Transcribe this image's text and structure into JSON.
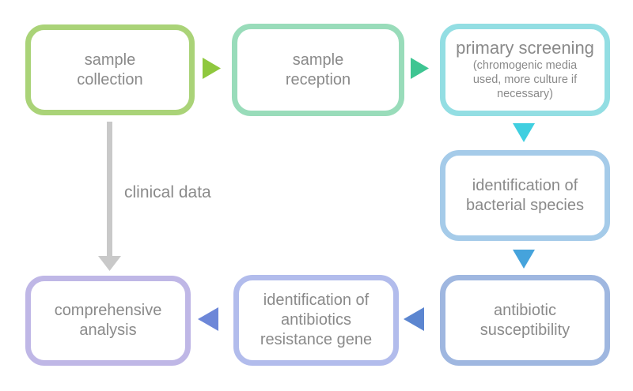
{
  "diagram": {
    "type": "flowchart",
    "background": "#ffffff",
    "text_color": "#8a8a8a",
    "nodes": [
      {
        "id": "sample-collection",
        "label": "sample\ncollection",
        "border_color": "#aad378"
      },
      {
        "id": "sample-reception",
        "label": "sample\nreception",
        "border_color": "#99dcba"
      },
      {
        "id": "primary-screening",
        "label": "primary screening",
        "sublabel": "(chromogenic media\nused, more culture if\nnecessary)",
        "border_color": "#93dee3"
      },
      {
        "id": "identification-of-bacterial-species",
        "label": "identification of\nbacterial species",
        "border_color": "#a5cbe9"
      },
      {
        "id": "antibiotic-susceptibility",
        "label": "antibiotic\nsusceptibility",
        "border_color": "#9fb7e0"
      },
      {
        "id": "identification-of-antibiotics-resistance-gene",
        "label": "identification of\nantibiotics\nresistance gene",
        "border_color": "#b2bcec"
      },
      {
        "id": "comprehensive-analysis",
        "label": "comprehensive\nanalysis",
        "border_color": "#bfb7e6"
      }
    ],
    "connectors": [
      {
        "from": "sample-collection",
        "to": "sample-reception",
        "direction": "right",
        "color": "#8fc83e"
      },
      {
        "from": "sample-reception",
        "to": "primary-screening",
        "direction": "right",
        "color": "#3ec592"
      },
      {
        "from": "primary-screening",
        "to": "identification-of-bacterial-species",
        "direction": "down",
        "color": "#40cfe0"
      },
      {
        "from": "identification-of-bacterial-species",
        "to": "antibiotic-susceptibility",
        "direction": "down",
        "color": "#45a3dc"
      },
      {
        "from": "antibiotic-susceptibility",
        "to": "identification-of-antibiotics-resistance-gene",
        "direction": "left",
        "color": "#5c86d0"
      },
      {
        "from": "identification-of-antibiotics-resistance-gene",
        "to": "comprehensive-analysis",
        "direction": "left",
        "color": "#6d87d8"
      },
      {
        "from": "sample-collection",
        "to": "comprehensive-analysis",
        "direction": "down",
        "color": "#c9c9c9",
        "label": "clinical data"
      }
    ]
  }
}
